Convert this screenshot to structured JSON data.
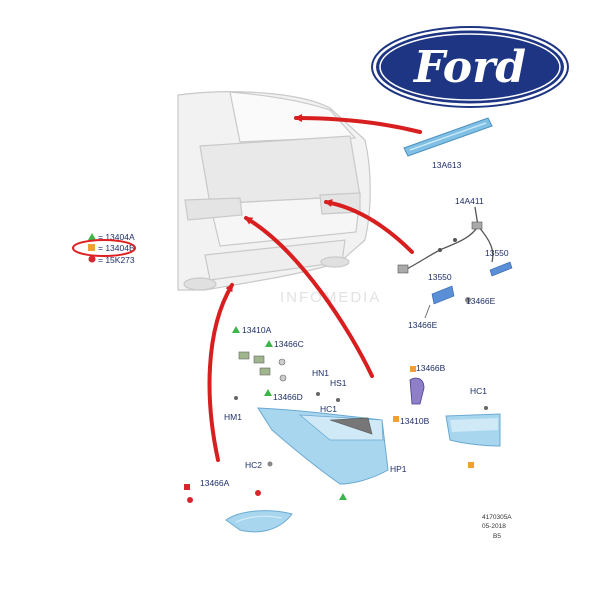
{
  "brand": {
    "logo_text": "Ford",
    "colors": {
      "logo_blue": "#1d3582",
      "arrow_red": "#d81e1e",
      "part_blue": "#7fc0e4",
      "highlight_red": "#e02020"
    }
  },
  "watermark": "INFOMEDIA",
  "legend": [
    {
      "marker": "green-triangle",
      "color": "#3cb54a",
      "label": "= 13404A"
    },
    {
      "marker": "orange-square",
      "color": "#f0a030",
      "label": "= 13404B",
      "highlighted": true
    },
    {
      "marker": "red-circle",
      "color": "#d8262d",
      "label": "= 15K273"
    }
  ],
  "labels": {
    "p_13a613": "13A613",
    "p_14a411": "14A411",
    "p_13550_a": "13550",
    "p_13550_b": "13550",
    "p_13466e_a": "13466E",
    "p_13466e_b": "13466E",
    "p_13410a": "13410A",
    "p_13466c": "13466C",
    "p_13466d": "13466D",
    "p_hn1": "HN1",
    "p_hs1": "HS1",
    "p_hm1": "HM1",
    "p_hc1_a": "HC1",
    "p_hc1_b": "HC1",
    "p_hc2": "HC2",
    "p_hp1": "HP1",
    "p_13466b": "13466B",
    "p_13410b": "13410B",
    "p_13466a": "13466A"
  },
  "footer": {
    "ref": "4170305A",
    "date": "05-2018",
    "code": "B5"
  }
}
